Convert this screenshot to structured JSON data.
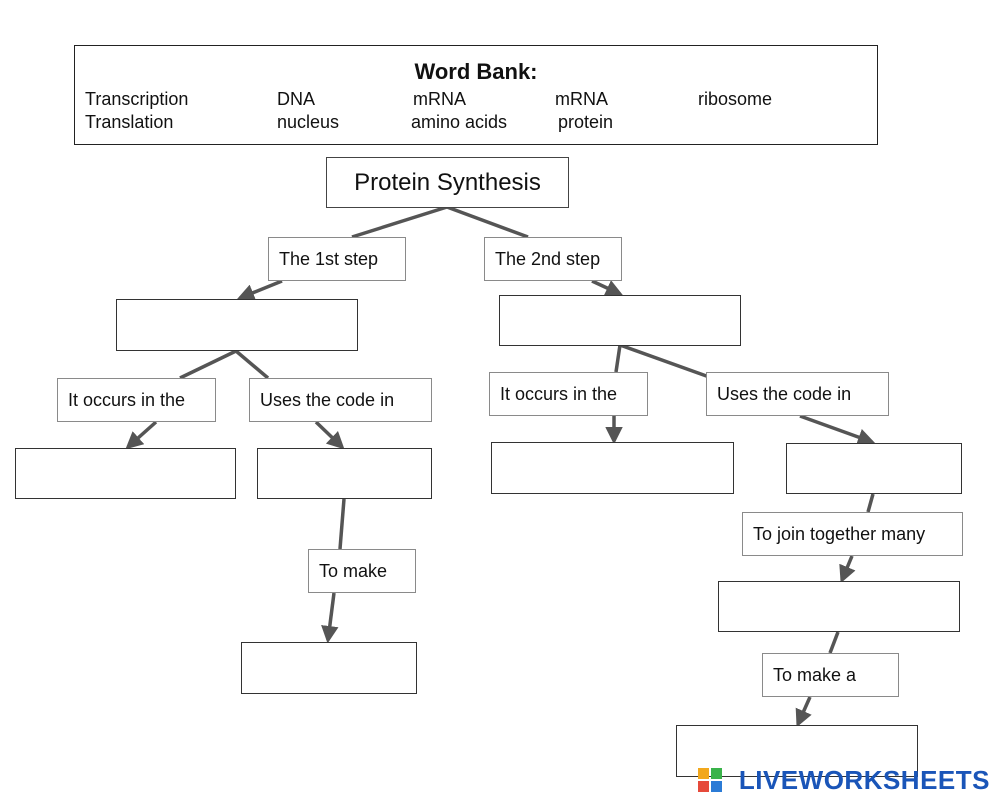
{
  "word_bank": {
    "title": "Word Bank:",
    "row1": [
      "Transcription",
      "DNA",
      "mRNA",
      "mRNA",
      "ribosome"
    ],
    "row2": [
      "Translation",
      "nucleus",
      "amino acids",
      "protein"
    ]
  },
  "diagram": {
    "title": "Protein Synthesis",
    "step1_label": "The 1st step",
    "step2_label": "The 2nd step",
    "left_occurs": "It occurs in the",
    "left_uses": "Uses the code in",
    "left_to_make": "To make",
    "right_occurs": "It occurs in the",
    "right_uses": "Uses the code in",
    "right_join": "To join together many",
    "right_to_make": "To make a"
  },
  "answers": {
    "step1": "",
    "step1_location": "",
    "step1_code_source": "",
    "step1_product": "",
    "step2": "",
    "step2_location": "",
    "step2_code_source": "",
    "step2_units": "",
    "step2_product": ""
  },
  "watermark": {
    "text": "LIVEWORKSHEETS",
    "icon": "liveworksheets-logo-icon"
  },
  "colors": {
    "connector": "#555555",
    "watermark": "#1a55b8"
  }
}
